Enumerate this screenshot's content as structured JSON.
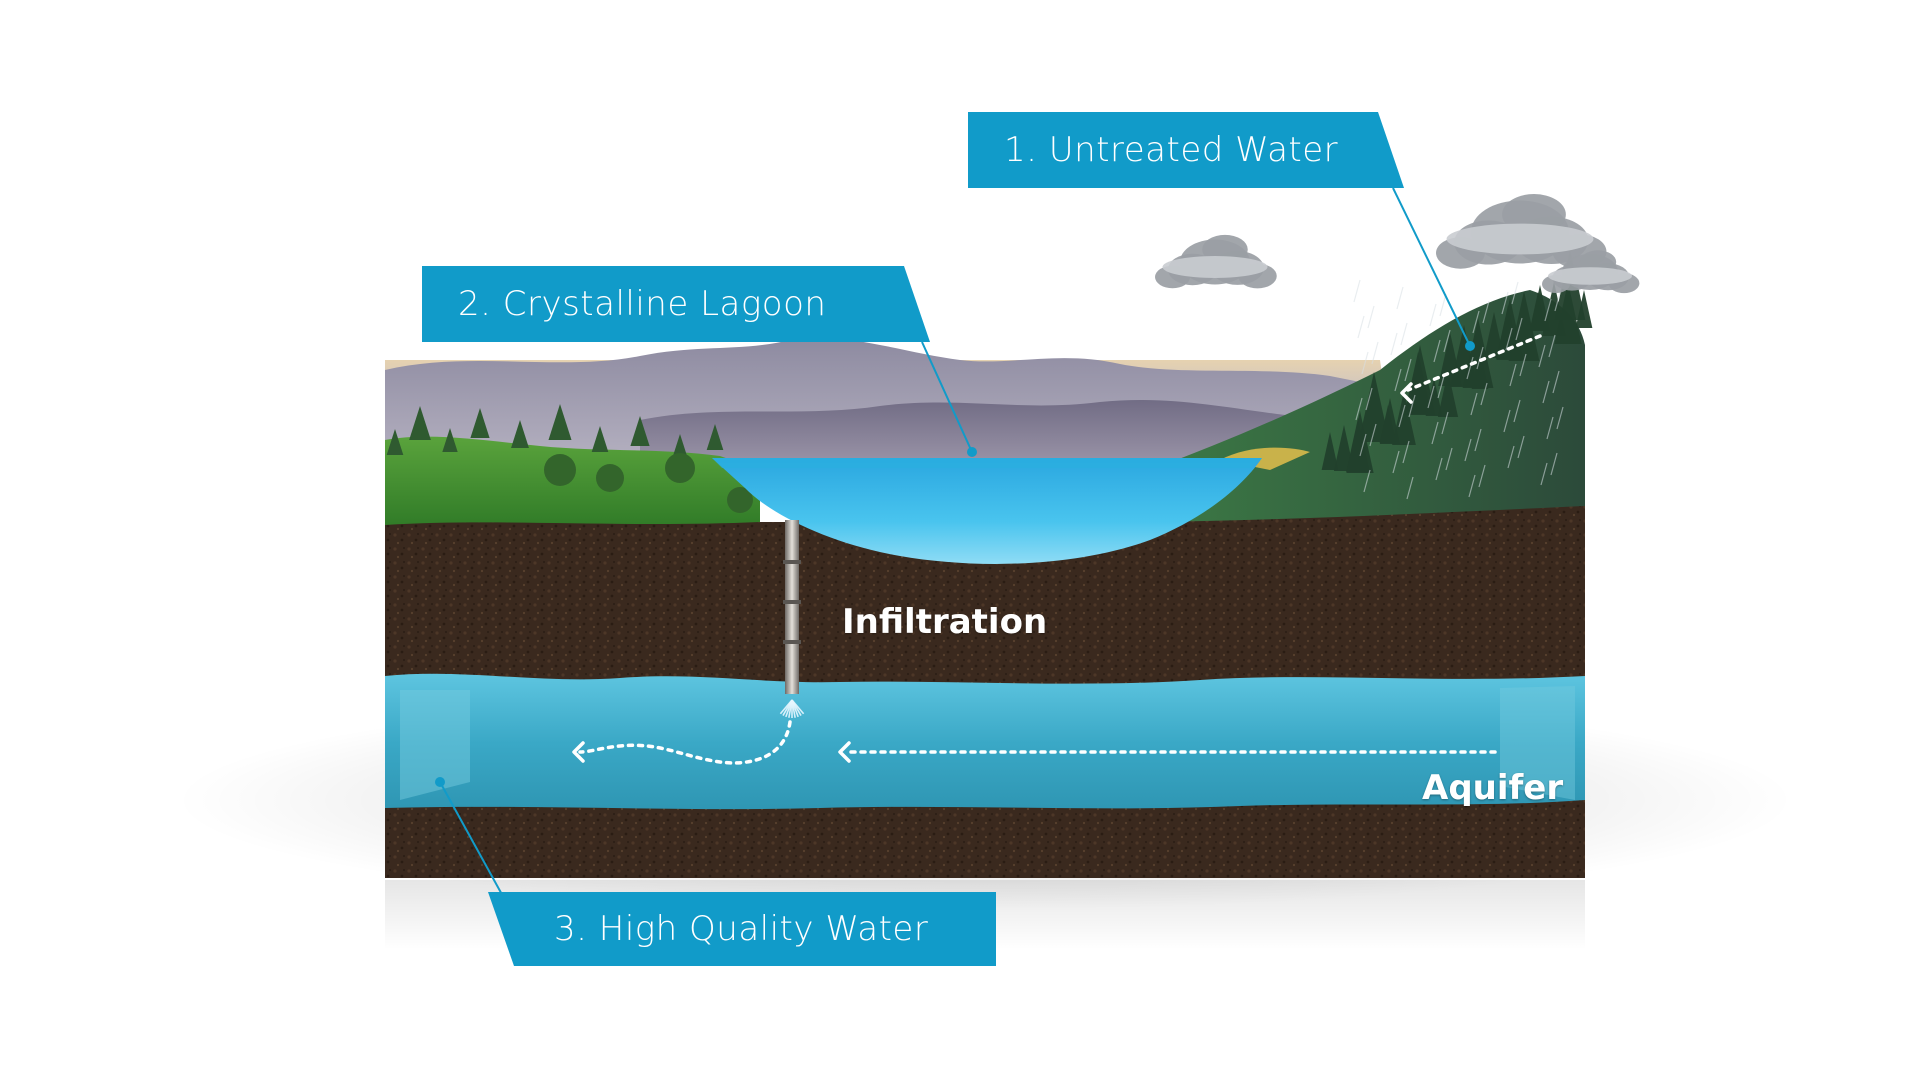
{
  "diagram": {
    "callouts": {
      "untreated": "1. Untreated Water",
      "lagoon": "2. Crystalline Lagoon",
      "quality": "3. High Quality Water"
    },
    "labels": {
      "infiltration": "Infiltration",
      "aquifer": "Aquifer"
    },
    "colors": {
      "callout": "#119bc9",
      "leader": "#119bc9",
      "soil": "#3b2a1f",
      "aquifer": "#3fb4cc",
      "lagoon": "#2ab0e0",
      "grass": "#3f8a2f",
      "arrow": "#ffffff"
    }
  }
}
